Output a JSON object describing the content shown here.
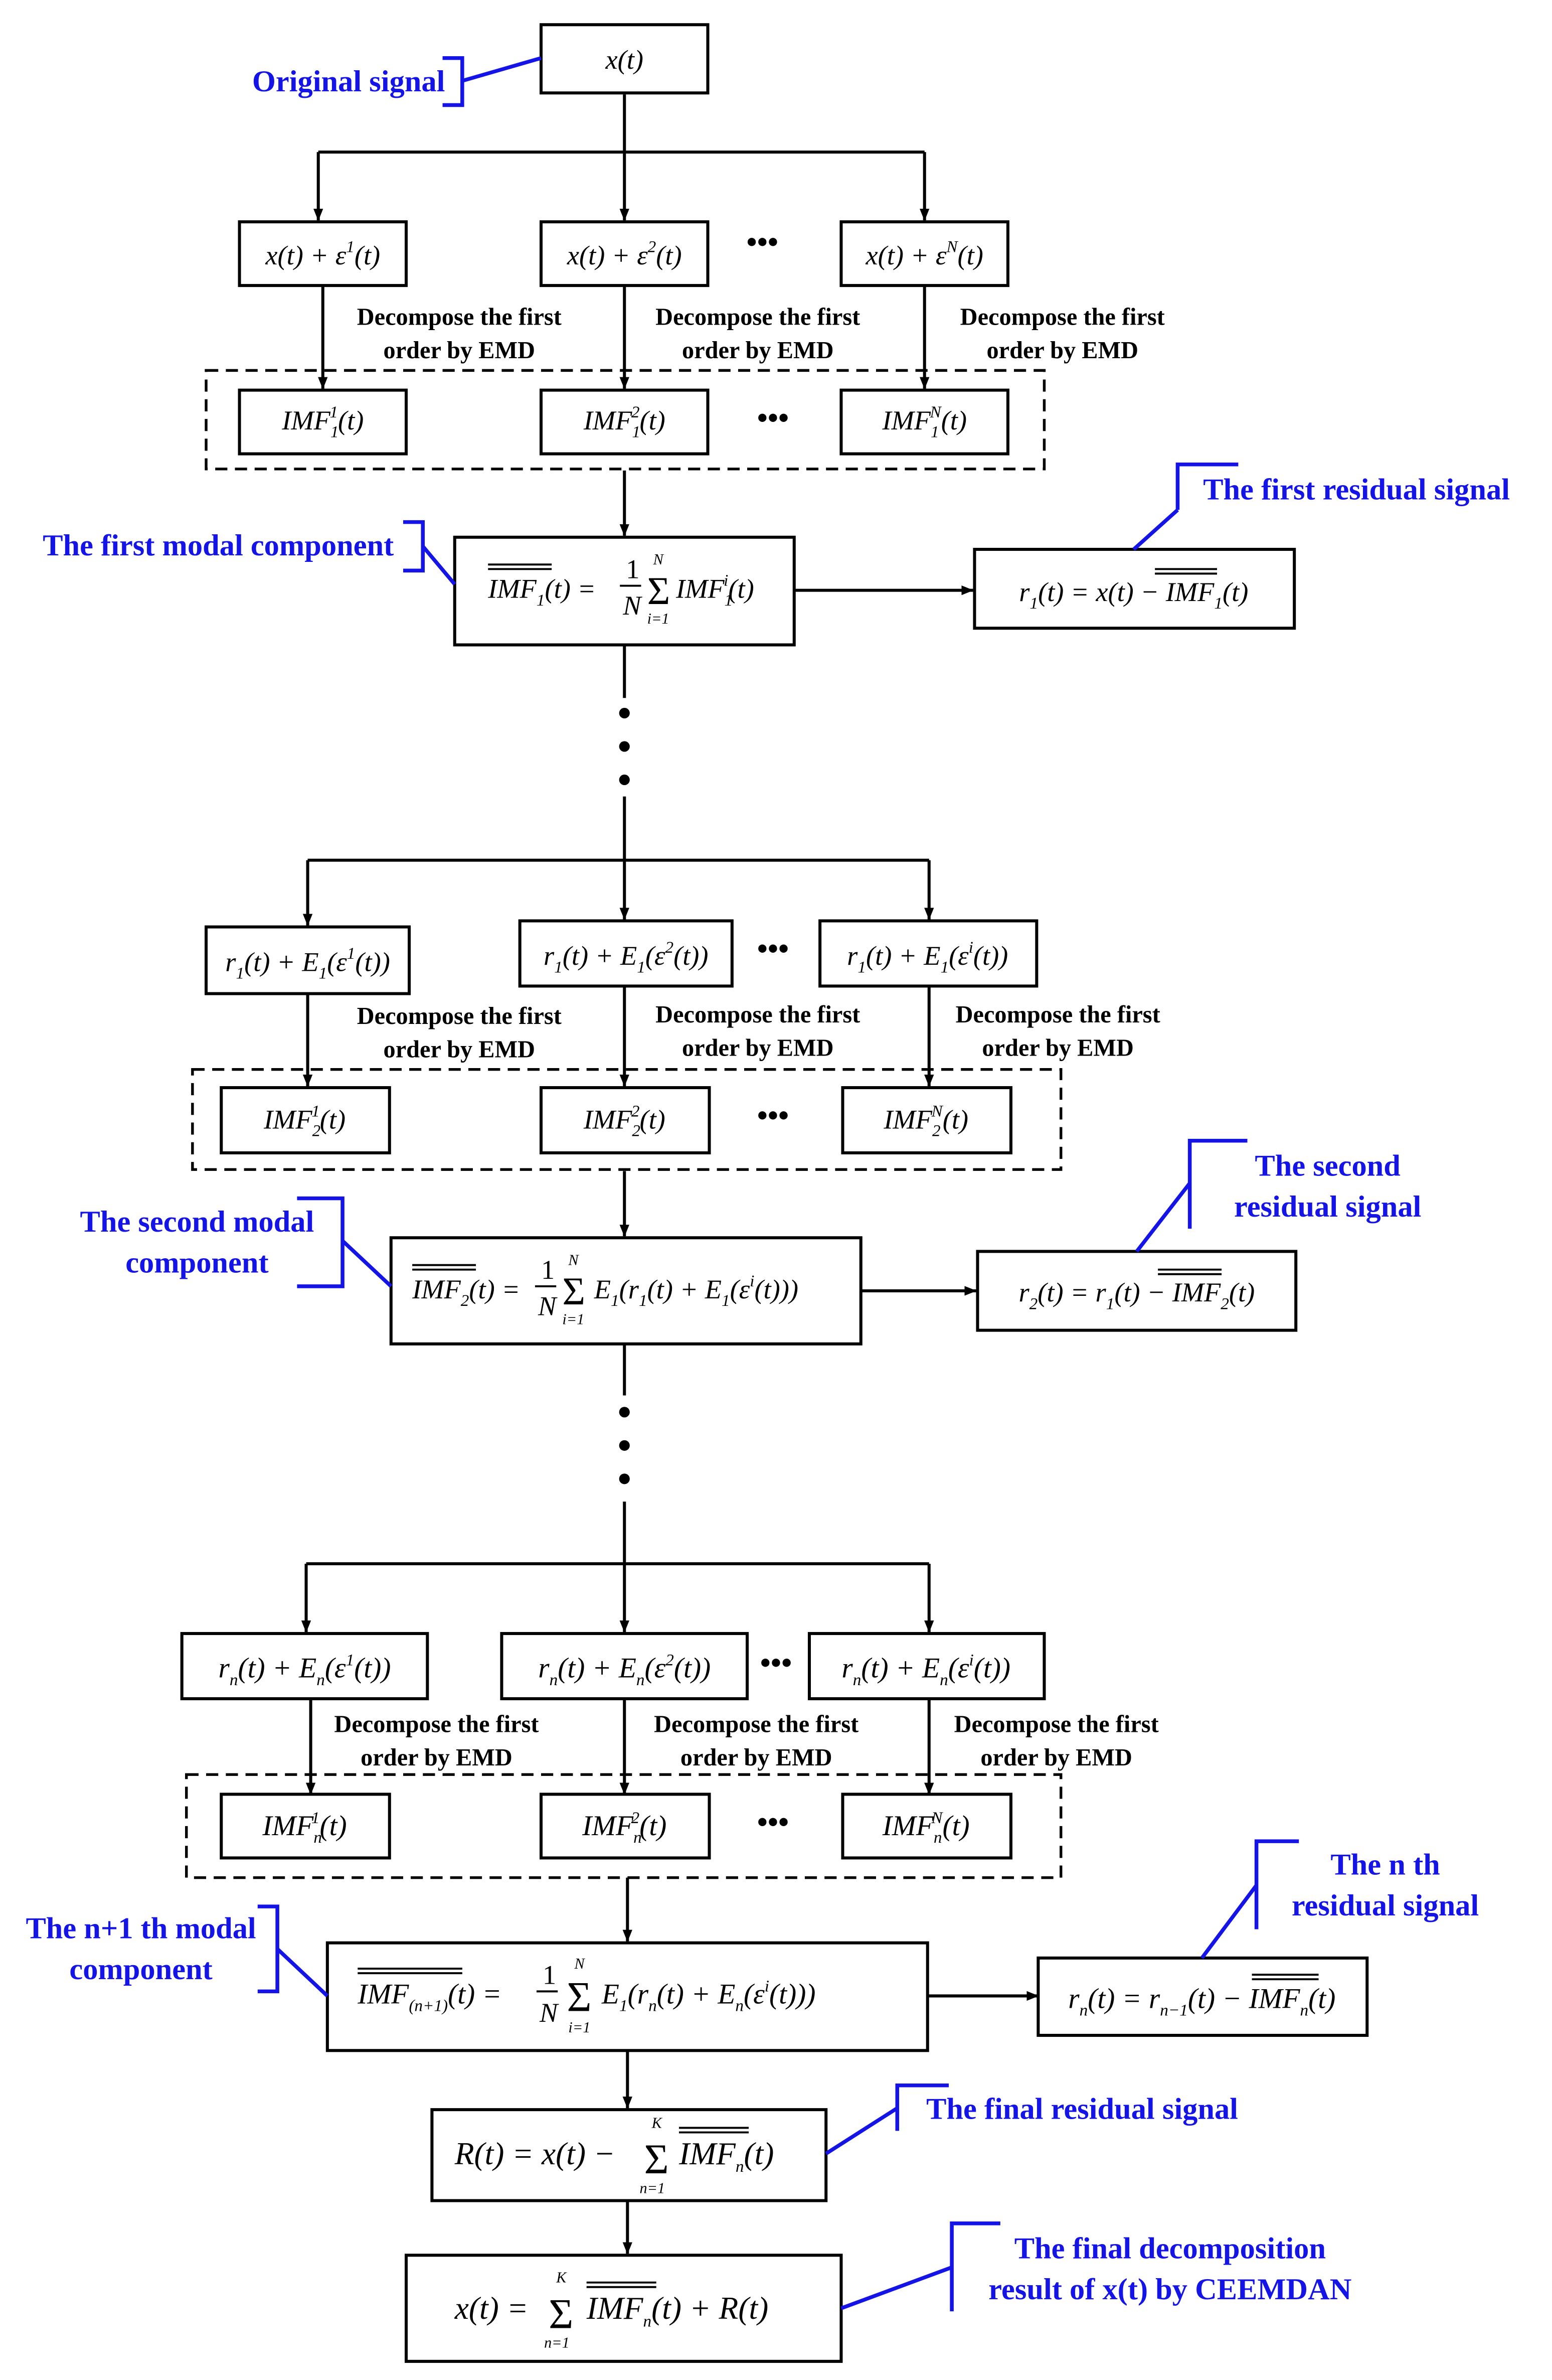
{
  "annotations": {
    "original_signal": [
      "Original signal"
    ],
    "first_modal": [
      "The first modal component"
    ],
    "first_residual": [
      "The first residual signal"
    ],
    "second_modal": [
      "The second modal",
      "component"
    ],
    "second_residual": [
      "The second",
      "residual signal"
    ],
    "nth_residual": [
      "The n th",
      "residual signal"
    ],
    "n1_modal": [
      "The n+1 th modal",
      "component"
    ],
    "final_residual": [
      "The final residual signal"
    ],
    "final_result": [
      "The final decomposition",
      "result of x(t) by CEEMDAN"
    ]
  },
  "decompose_label": [
    "Decompose the first",
    "order by EMD"
  ],
  "ellipsis": "•••",
  "colors": {
    "annotation": "#1414e6",
    "line": "#000000"
  }
}
